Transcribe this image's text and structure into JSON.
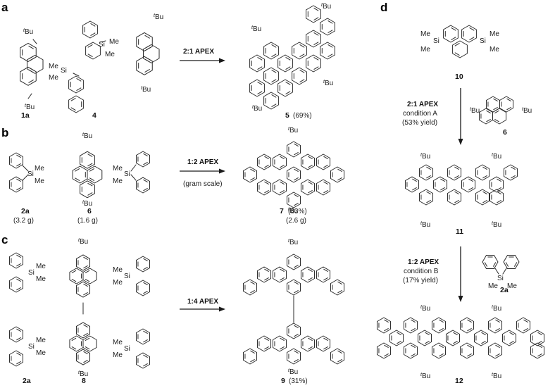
{
  "panels": {
    "a": {
      "letter": "a",
      "reactants": [
        {
          "id": "1a",
          "label": "1a",
          "substituent": "tBu"
        },
        {
          "id": "4",
          "label": "4",
          "substituent": "Me"
        }
      ],
      "reagent_right": {
        "substituent": "tBu"
      },
      "condition": "2:1 APEX",
      "product": {
        "label": "5",
        "yield": "(69%)",
        "substituent": "tBu"
      }
    },
    "b": {
      "letter": "b",
      "reactants": [
        {
          "id": "2a",
          "label": "2a",
          "amount": "(3.2 g)",
          "substituent": "Me"
        },
        {
          "id": "6",
          "label": "6",
          "amount": "(1.6 g)",
          "substituent": "tBu"
        }
      ],
      "condition": "1:2 APEX",
      "condition_note": "(gram scale)",
      "product": {
        "label": "7",
        "yield": "(83%)",
        "amount": "(2.6 g)",
        "substituent": "tBu"
      }
    },
    "c": {
      "letter": "c",
      "reactants": [
        {
          "id": "2a",
          "label": "2a",
          "substituent": "Me"
        },
        {
          "id": "8",
          "label": "8",
          "substituent": "tBu"
        }
      ],
      "condition": "1:4 APEX",
      "product": {
        "label": "9",
        "yield": "(31%)",
        "substituent": "tBu"
      }
    },
    "d": {
      "letter": "d",
      "start": {
        "label": "10",
        "substituent": "Me"
      },
      "step1": {
        "condition": "2:1 APEX",
        "line2": "condition A",
        "line3": "(53% yield)",
        "reagent_label": "6",
        "reagent_substituent": "tBu"
      },
      "intermediate": {
        "label": "11",
        "substituent": "tBu"
      },
      "step2": {
        "condition": "1:2 APEX",
        "line2": "condition B",
        "line3": "(17% yield)",
        "reagent_label": "2a",
        "reagent_substituent": "Me"
      },
      "product": {
        "label": "12",
        "substituent": "tBu"
      }
    }
  },
  "atoms": {
    "si": "Si",
    "me": "Me",
    "t": "t",
    "bu": "Bu"
  },
  "colors": {
    "ink": "#2b2b2b"
  }
}
